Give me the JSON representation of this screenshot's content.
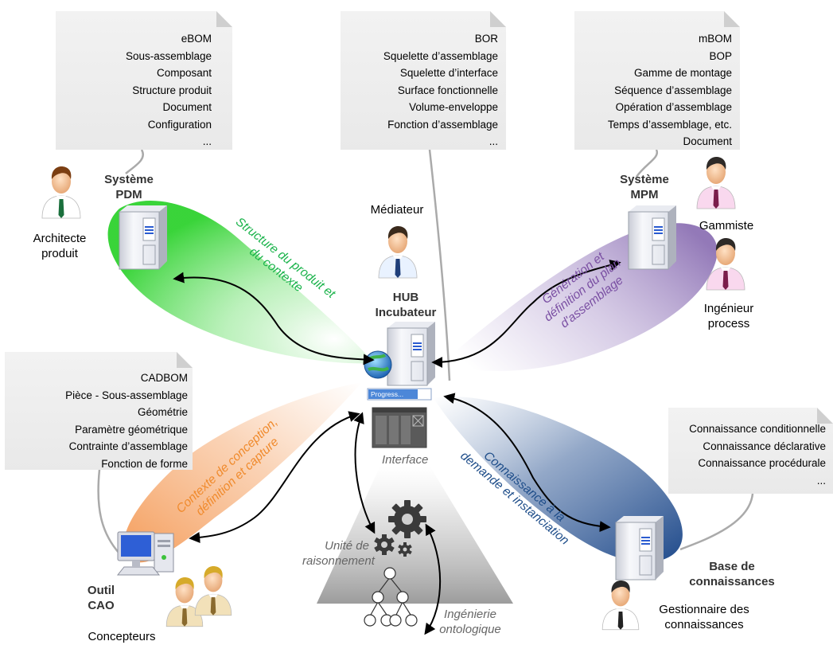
{
  "notes": {
    "pdm": [
      "eBOM",
      "Sous-assemblage",
      "Composant",
      "Structure produit",
      "Document",
      "Configuration",
      "..."
    ],
    "hub": [
      "BOR",
      "Squelette d’assemblage",
      "Squelette d’interface",
      "Surface fonctionnelle",
      "Volume-enveloppe",
      "Fonction d’assemblage",
      "..."
    ],
    "mpm": [
      "mBOM",
      "BOP",
      "Gamme de montage",
      "Séquence d’assemblage",
      "Opération d’assemblage",
      "Temps d’assemblage, etc.",
      "Document"
    ],
    "cao": [
      "CADBOM",
      "Pièce - Sous-assemblage",
      "Géométrie",
      "Paramètre géométrique",
      "Contrainte d’assemblage",
      "Fonction de forme"
    ],
    "kb": [
      "Connaissance conditionnelle",
      "Connaissance déclarative",
      "Connaissance procédurale",
      "..."
    ]
  },
  "systems": {
    "pdm": "Système\nPDM",
    "mpm": "Système\nMPM",
    "hub": "HUB\nIncubateur",
    "cao": "Outil\nCAO",
    "kb": "Base de\nconnaissances"
  },
  "actors": {
    "architecte": "Architecte\nproduit",
    "mediateur": "Médiateur",
    "gammiste": "Gammiste",
    "ingenieur": "Ingénieur\nprocess",
    "concepteurs": "Concepteurs",
    "gestionnaire": "Gestionnaire des\nconnaissances"
  },
  "flows": {
    "pdm": "Structure du produit et\ndu contexte",
    "mpm": "Génération et\ndéfinition du plan\nd'assemblage",
    "cao": "Contexte de conception,\ndéfinition et capture",
    "kb": "Connaissance à la\ndemande et instanciation"
  },
  "hub_ui": {
    "interface": "Interface",
    "progress": "Progress..."
  },
  "reasoning": {
    "unit": "Unité de\nraisonnement",
    "ontology": "Ingénierie\nontologique"
  },
  "colors": {
    "pdm": "#4fd84f",
    "mpm": "#9b83bd",
    "cao": "#f39a56",
    "kb": "#24508f",
    "pdm_text": "#19b34a",
    "mpm_text": "#7a4fa3",
    "cao_text": "#f08a2c",
    "kb_text": "#1f4e8a"
  }
}
